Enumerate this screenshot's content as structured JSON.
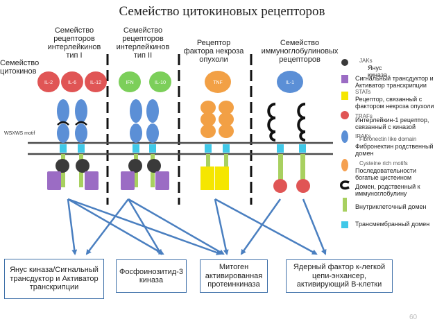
{
  "title": "Семейство цитокиновых рецепторов",
  "families": {
    "cytokine": "Семейство цитокинов",
    "il1": "Семейство рецепторов интерлейкинов тип I",
    "il2": "Семейство рецепторов интерлейкинов тип II",
    "tnf": "Рецептор фактора некроза опухоли",
    "ig": "Семейство иммуноглобулиновых рецепторов"
  },
  "ligands": {
    "il2": "IL-2",
    "il6": "IL-6",
    "il12": "IL-12",
    "ifn": "IFN",
    "il10": "IL-10",
    "tnf": "TNF",
    "il1": "IL-1"
  },
  "motif_label": "WSXWS motif",
  "legend": [
    {
      "color": "#3a3a3a",
      "shape": "circle",
      "en": "JAKs",
      "ru": "Янус киназа"
    },
    {
      "color": "#9b6cc4",
      "shape": "square",
      "en": "STATs",
      "ru": "Сигнальный трансдуктор и Активатор транскрипции"
    },
    {
      "color": "#f5e600",
      "shape": "square",
      "en": "TRAFs",
      "ru": "Рецептор, связанный с фактором некроза опухоли"
    },
    {
      "color": "#e05555",
      "shape": "circle",
      "en": "IRAKs",
      "ru": "Интерлейкин-1 рецептор, связанный с киназой"
    },
    {
      "color": "#5b8fd6",
      "shape": "oval",
      "en": "Fibronectin like domain",
      "ru": "Фибронектин родственный домен"
    },
    {
      "color": "#f5a050",
      "shape": "oval",
      "en": "Cysteine rich motifs",
      "ru": "Последовательности богатые цистеином"
    },
    {
      "color": "#111111",
      "shape": "c",
      "en": "",
      "ru": "Домен, родственный к иммуноглобулину"
    },
    {
      "color": "#a8d060",
      "shape": "bar",
      "en": "",
      "ru": "Внутриклеточный домен"
    },
    {
      "color": "#40c8e8",
      "shape": "square",
      "en": "",
      "ru": "Трансмембранный домен"
    }
  ],
  "targets": {
    "jak_stat": "Янус киназа/Сигнальный трансдуктор и Активатор транскрипции",
    "pi3k": "Фосфоинозитид-3 киназа",
    "mapk": "Митоген активированная протеинкиназа",
    "nfkb": "Ядерный фактор к-легкой цепи-энхансер, активирующий В-клетки"
  },
  "page_number": "60",
  "colors": {
    "box_border": "#3d6fa8",
    "arrow": "#4a7fc0",
    "membrane": "#4a4a4a",
    "ligand_red": "#e05555",
    "ligand_green": "#7ccf5a",
    "ligand_orange": "#f2a045",
    "ligand_blue": "#5b8fd6"
  }
}
